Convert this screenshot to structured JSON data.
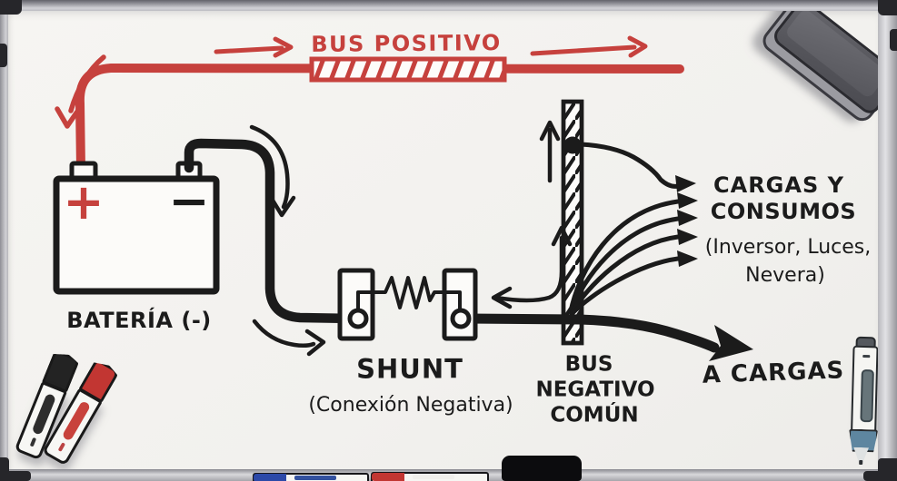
{
  "diagram": {
    "positive_bus_label": "BUS POSITIVO",
    "battery": {
      "plus_symbol": "+",
      "minus_symbol": "−",
      "label": "BATERÍA (-)"
    },
    "shunt": {
      "label": "SHUNT",
      "sublabel": "(Conexión Negativa)"
    },
    "negative_bus": {
      "line1": "BUS",
      "line2": "NEGATIVO",
      "line3": "COMÚN"
    },
    "loads": {
      "line1": "CARGAS Y",
      "line2": "CONSUMOS",
      "line3": "(Inversor, Luces,",
      "line4": "Nevera)"
    },
    "to_loads_label": "A CARGAS"
  },
  "colors": {
    "positive_red": "#c6413d",
    "ink_black": "#1b1b1b",
    "board_surface": "#f4f3f0"
  }
}
